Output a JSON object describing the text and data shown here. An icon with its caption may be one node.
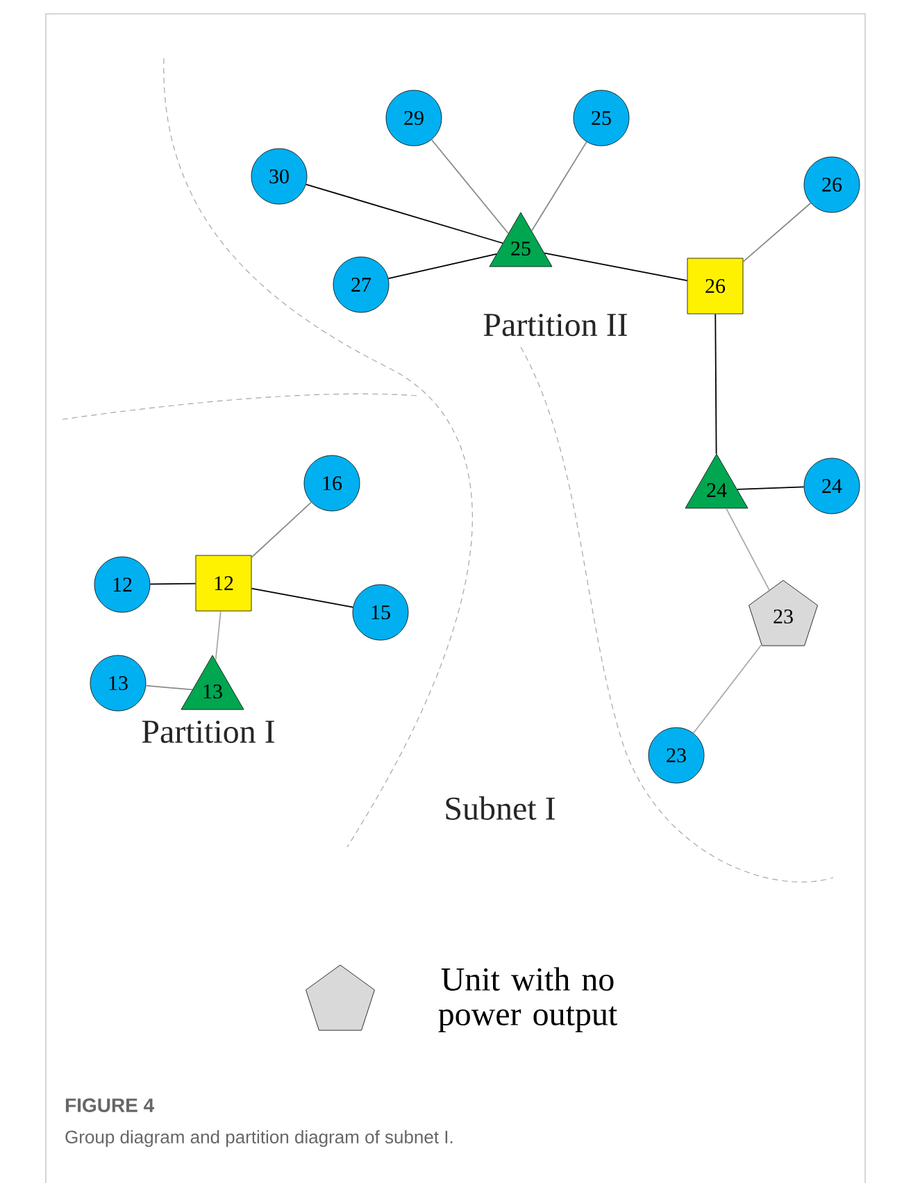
{
  "diagram": {
    "title": "FIGURE 4",
    "caption": "Group diagram and partition diagram of subnet I.",
    "nodes": [
      {
        "text": [
          "29"
        ]
      },
      {
        "text": [
          "25"
        ]
      },
      {
        "text": [
          "30"
        ]
      },
      {
        "text": [
          "26"
        ]
      },
      {
        "text": [
          "25"
        ]
      },
      {
        "text": [
          "27"
        ]
      },
      {
        "text": [
          "26"
        ]
      },
      {
        "text": [
          "16"
        ]
      },
      {
        "text": [
          "24"
        ]
      },
      {
        "text": [
          "24"
        ]
      },
      {
        "text": [
          "12"
        ]
      },
      {
        "text": [
          "12"
        ]
      },
      {
        "text": [
          "15"
        ]
      },
      {
        "text": [
          "23"
        ]
      },
      {
        "text": [
          "13"
        ]
      },
      {
        "text": [
          "13"
        ]
      },
      {
        "text": [
          "23"
        ]
      }
    ],
    "edges": [
      {
        "from": 0,
        "to": 4,
        "arrow": "none",
        "color": "#8a8a8a"
      },
      {
        "from": 1,
        "to": 4,
        "arrow": "none",
        "color": "#8a8a8a"
      },
      {
        "from": 2,
        "to": 4,
        "arrow": "none"
      },
      {
        "from": 5,
        "to": 4,
        "arrow": "none"
      },
      {
        "from": 4,
        "to": 6,
        "arrow": "none"
      },
      {
        "from": 3,
        "to": 6,
        "arrow": "none",
        "color": "#8a8a8a"
      },
      {
        "from": 6,
        "to": 8,
        "arrow": "none"
      },
      {
        "from": 8,
        "to": 9,
        "arrow": "none"
      },
      {
        "from": 8,
        "to": 13,
        "arrow": "none",
        "color": "#aaaaaa"
      },
      {
        "from": 13,
        "to": 16,
        "arrow": "none",
        "color": "#aaaaaa"
      },
      {
        "from": 11,
        "to": 7,
        "arrow": "none",
        "color": "#8a8a8a"
      },
      {
        "from": 10,
        "to": 11,
        "arrow": "none"
      },
      {
        "from": 11,
        "to": 12,
        "arrow": "none"
      },
      {
        "from": 11,
        "to": 15,
        "arrow": "none",
        "color": "#aaaaaa"
      },
      {
        "from": 14,
        "to": 15,
        "arrow": "none",
        "color": "#8a8a8a"
      }
    ],
    "labels": [
      "Partition II",
      "Partition I",
      "Subnet I"
    ],
    "legend": [
      {
        "text": "Unit with no power output"
      }
    ]
  }
}
